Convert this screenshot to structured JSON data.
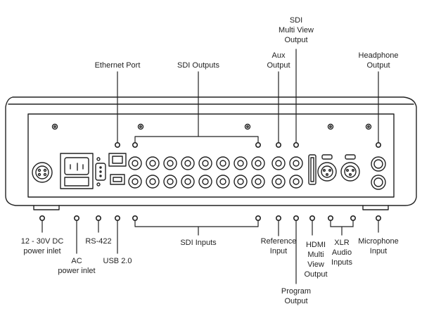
{
  "diagram": {
    "top_labels": {
      "ethernet": "Ethernet Port",
      "sdi_outputs": "SDI Outputs",
      "aux_output": "Aux\nOutput",
      "sdi_multiview": "SDI\nMulti View\nOutput",
      "headphone": "Headphone\nOutput"
    },
    "bottom_labels": {
      "dc_power": "12 - 30V DC\npower inlet",
      "ac_power": "AC\npower inlet",
      "rs422": "RS-422",
      "usb": "USB 2.0",
      "sdi_inputs": "SDI Inputs",
      "reference": "Reference\nInput",
      "program": "Program\nOutput",
      "hdmi_multiview": "HDMI\nMulti\nView\nOutput",
      "xlr_audio": "XLR\nAudio\nInputs",
      "microphone": "Microphone\nInput"
    }
  }
}
